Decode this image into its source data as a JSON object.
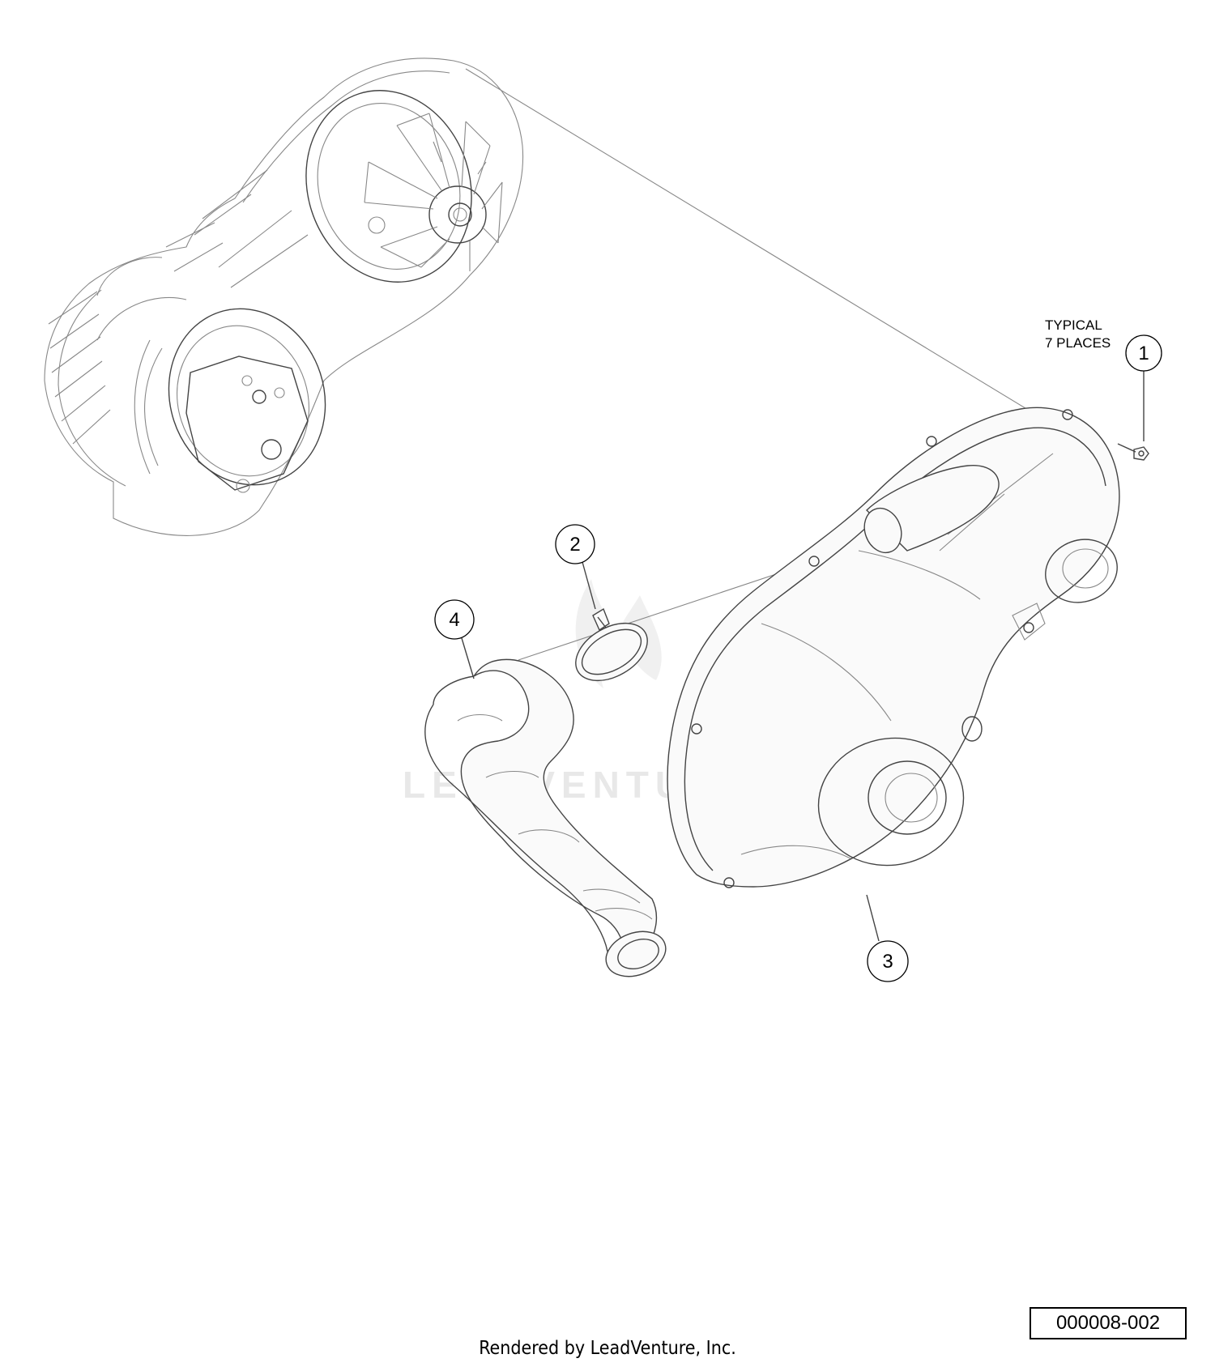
{
  "note": {
    "line1": "TYPICAL",
    "line2": "7 PLACES"
  },
  "callouts": [
    {
      "number": "1",
      "part": "bolt"
    },
    {
      "number": "2",
      "part": "clamp"
    },
    {
      "number": "3",
      "part": "clutch-cover"
    },
    {
      "number": "4",
      "part": "intake-duct"
    }
  ],
  "watermark": "LEADVENTURE",
  "figure_id": "000008-002",
  "credit": "Rendered by LeadVenture, Inc."
}
